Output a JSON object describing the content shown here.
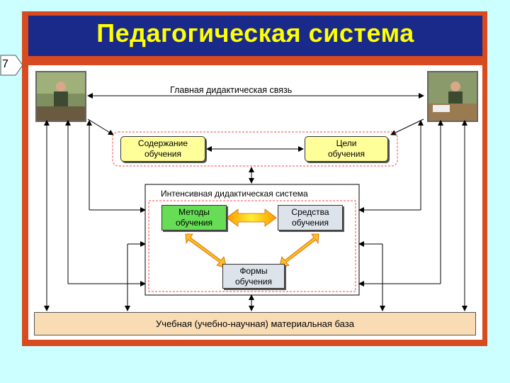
{
  "slide": {
    "number": "7",
    "title": "Педагогическая система"
  },
  "main_link_label": "Главная дидактическая связь",
  "content_box": {
    "line1": "Содержание",
    "line2": "обучения"
  },
  "goals_box": {
    "line1": "Цели",
    "line2": "обучения"
  },
  "intensive_system_label": "Интенсивная дидактическая система",
  "methods_box": {
    "line1": "Методы",
    "line2": "обучения"
  },
  "means_box": {
    "line1": "Средства",
    "line2": "обучения"
  },
  "forms_box": {
    "line1": "Формы",
    "line2": "обучения"
  },
  "material_base_label": "Учебная (учебно-научная) материальная база",
  "colors": {
    "frame": "#d84a20",
    "title_bg": "#1a2a8a",
    "title_text": "#ffff00",
    "background": "#ccffff"
  }
}
